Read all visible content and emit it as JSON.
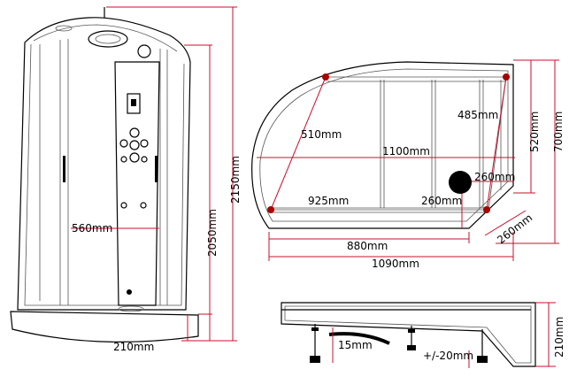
{
  "colors": {
    "line": "#000000",
    "dimension": "#c8102e",
    "marker": "#c8102e",
    "drain": "#000000",
    "background": "#ffffff"
  },
  "front_view": {
    "labels": {
      "width_560": "560mm",
      "height_2150": "2150mm",
      "height_2050": "2050mm",
      "tray_210": "210mm"
    }
  },
  "plan_view": {
    "labels": {
      "diag_510": "510mm",
      "depth_485": "485mm",
      "width_1100": "1100mm",
      "drain_260_right": "260mm",
      "front_925": "925mm",
      "drain_260_front": "260mm",
      "depth_520": "520mm",
      "depth_700": "700mm",
      "corner_260": "260mm",
      "width_880": "880mm",
      "width_1090": "1090mm"
    }
  },
  "side_view": {
    "labels": {
      "leg_15": "15mm",
      "adjust": "+/-20mm",
      "height_210": "210mm"
    }
  }
}
